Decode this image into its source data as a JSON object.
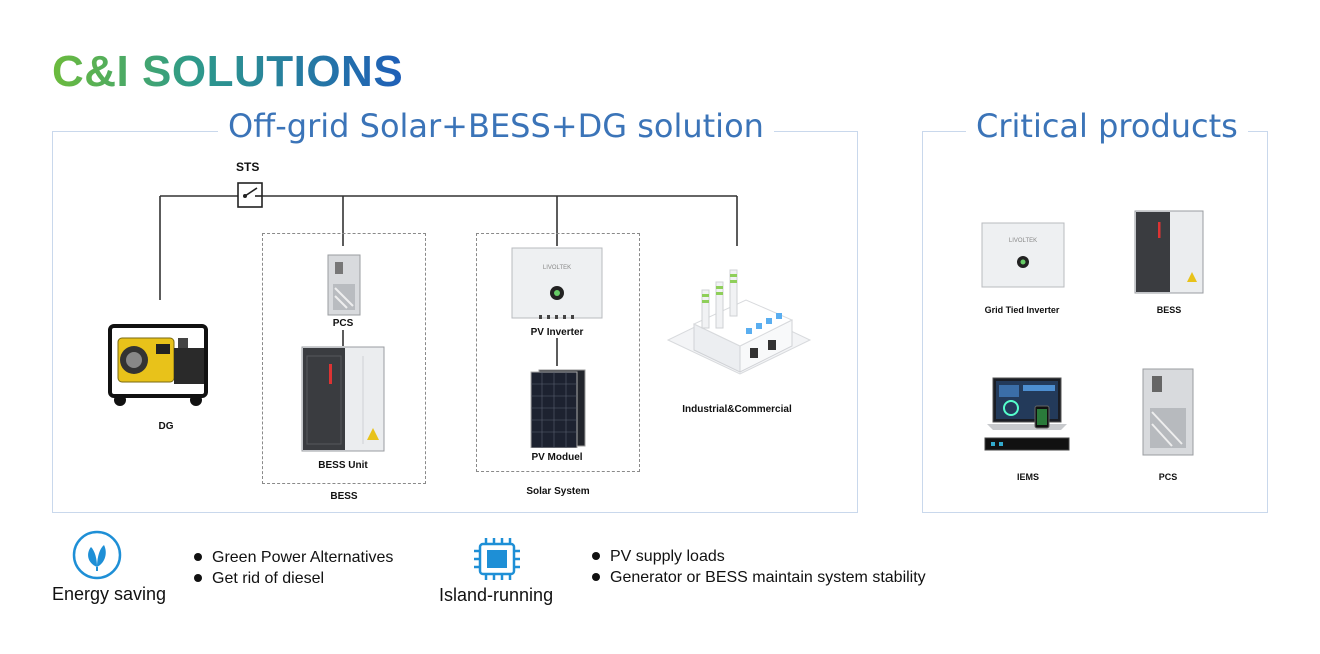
{
  "header": {
    "title": "C&I SOLUTIONS"
  },
  "diagram": {
    "title": "Off-grid Solar+BESS+DG solution",
    "sts_label": "STS",
    "dg_label": "DG",
    "pcs_label": "PCS",
    "bess_unit_label": "BESS Unit",
    "bess_group_label": "BESS",
    "pv_inverter_label": "PV Inverter",
    "pv_module_label": "PV Moduel",
    "solar_group_label": "Solar System",
    "load_label": "Industrial&Commercial",
    "brand_text": "LIVOLTEK"
  },
  "products": {
    "title": "Critical products",
    "items": [
      {
        "label": "Grid Tied Inverter"
      },
      {
        "label": "BESS"
      },
      {
        "label": "IEMS"
      },
      {
        "label": "PCS"
      }
    ]
  },
  "features": [
    {
      "name": "Energy saving",
      "icon": "leaf-icon",
      "bullets": [
        "Green Power Alternatives",
        "Get rid of diesel"
      ]
    },
    {
      "name": "Island-running",
      "icon": "chip-icon",
      "bullets": [
        "PV supply loads",
        "Generator or BESS maintain system stability"
      ]
    }
  ],
  "colors": {
    "accent_blue": "#1e8fd6",
    "title_blue": "#3b74b8",
    "panel_border": "#c9d8ec"
  }
}
